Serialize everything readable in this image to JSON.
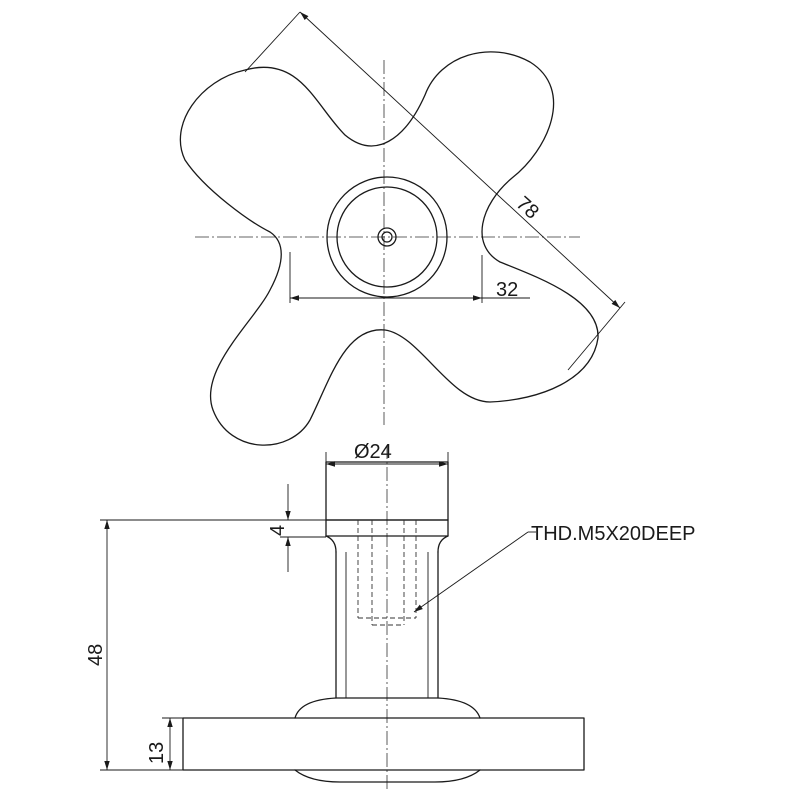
{
  "dimensions": {
    "diag_78": "78",
    "width_32": "32",
    "dia_24": "Ø24",
    "height_4": "4",
    "height_48": "48",
    "height_13": "13"
  },
  "callouts": {
    "thread": "THD.M5X20DEEP"
  },
  "colors": {
    "line": "#1a1a1a",
    "background": "#ffffff"
  }
}
